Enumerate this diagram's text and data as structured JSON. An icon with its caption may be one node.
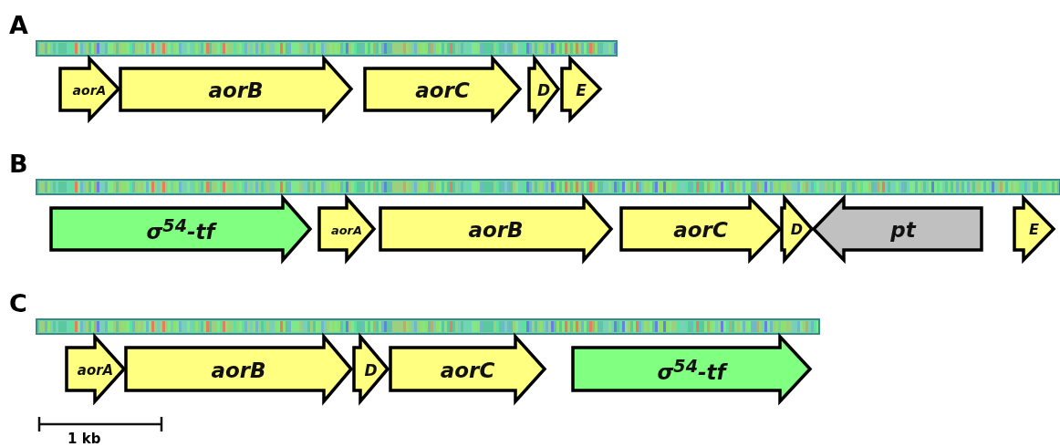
{
  "diagram": {
    "nodes": [
      {
        "text": [
          "aorA"
        ]
      },
      {
        "text": [
          "aorB"
        ]
      },
      {
        "text": [
          "aorC"
        ]
      },
      {
        "text": [
          "D"
        ]
      },
      {
        "text": [
          "E"
        ]
      },
      {
        "text": [
          "σ$^{54}$-tf"
        ]
      },
      {
        "text": [
          "aorA"
        ]
      },
      {
        "text": [
          "aorB"
        ]
      },
      {
        "text": [
          "aorC"
        ]
      },
      {
        "text": [
          "D"
        ]
      },
      {
        "text": [
          "pt"
        ]
      },
      {
        "text": [
          "E"
        ]
      },
      {
        "text": [
          "aorA"
        ]
      },
      {
        "text": [
          "aorB"
        ]
      },
      {
        "text": [
          "D"
        ]
      },
      {
        "text": [
          "aorC"
        ]
      },
      {
        "text": [
          "σ$^{54}$-tf"
        ]
      }
    ],
    "labels": [
      "A",
      "B",
      "C",
      "1 kb"
    ]
  }
}
